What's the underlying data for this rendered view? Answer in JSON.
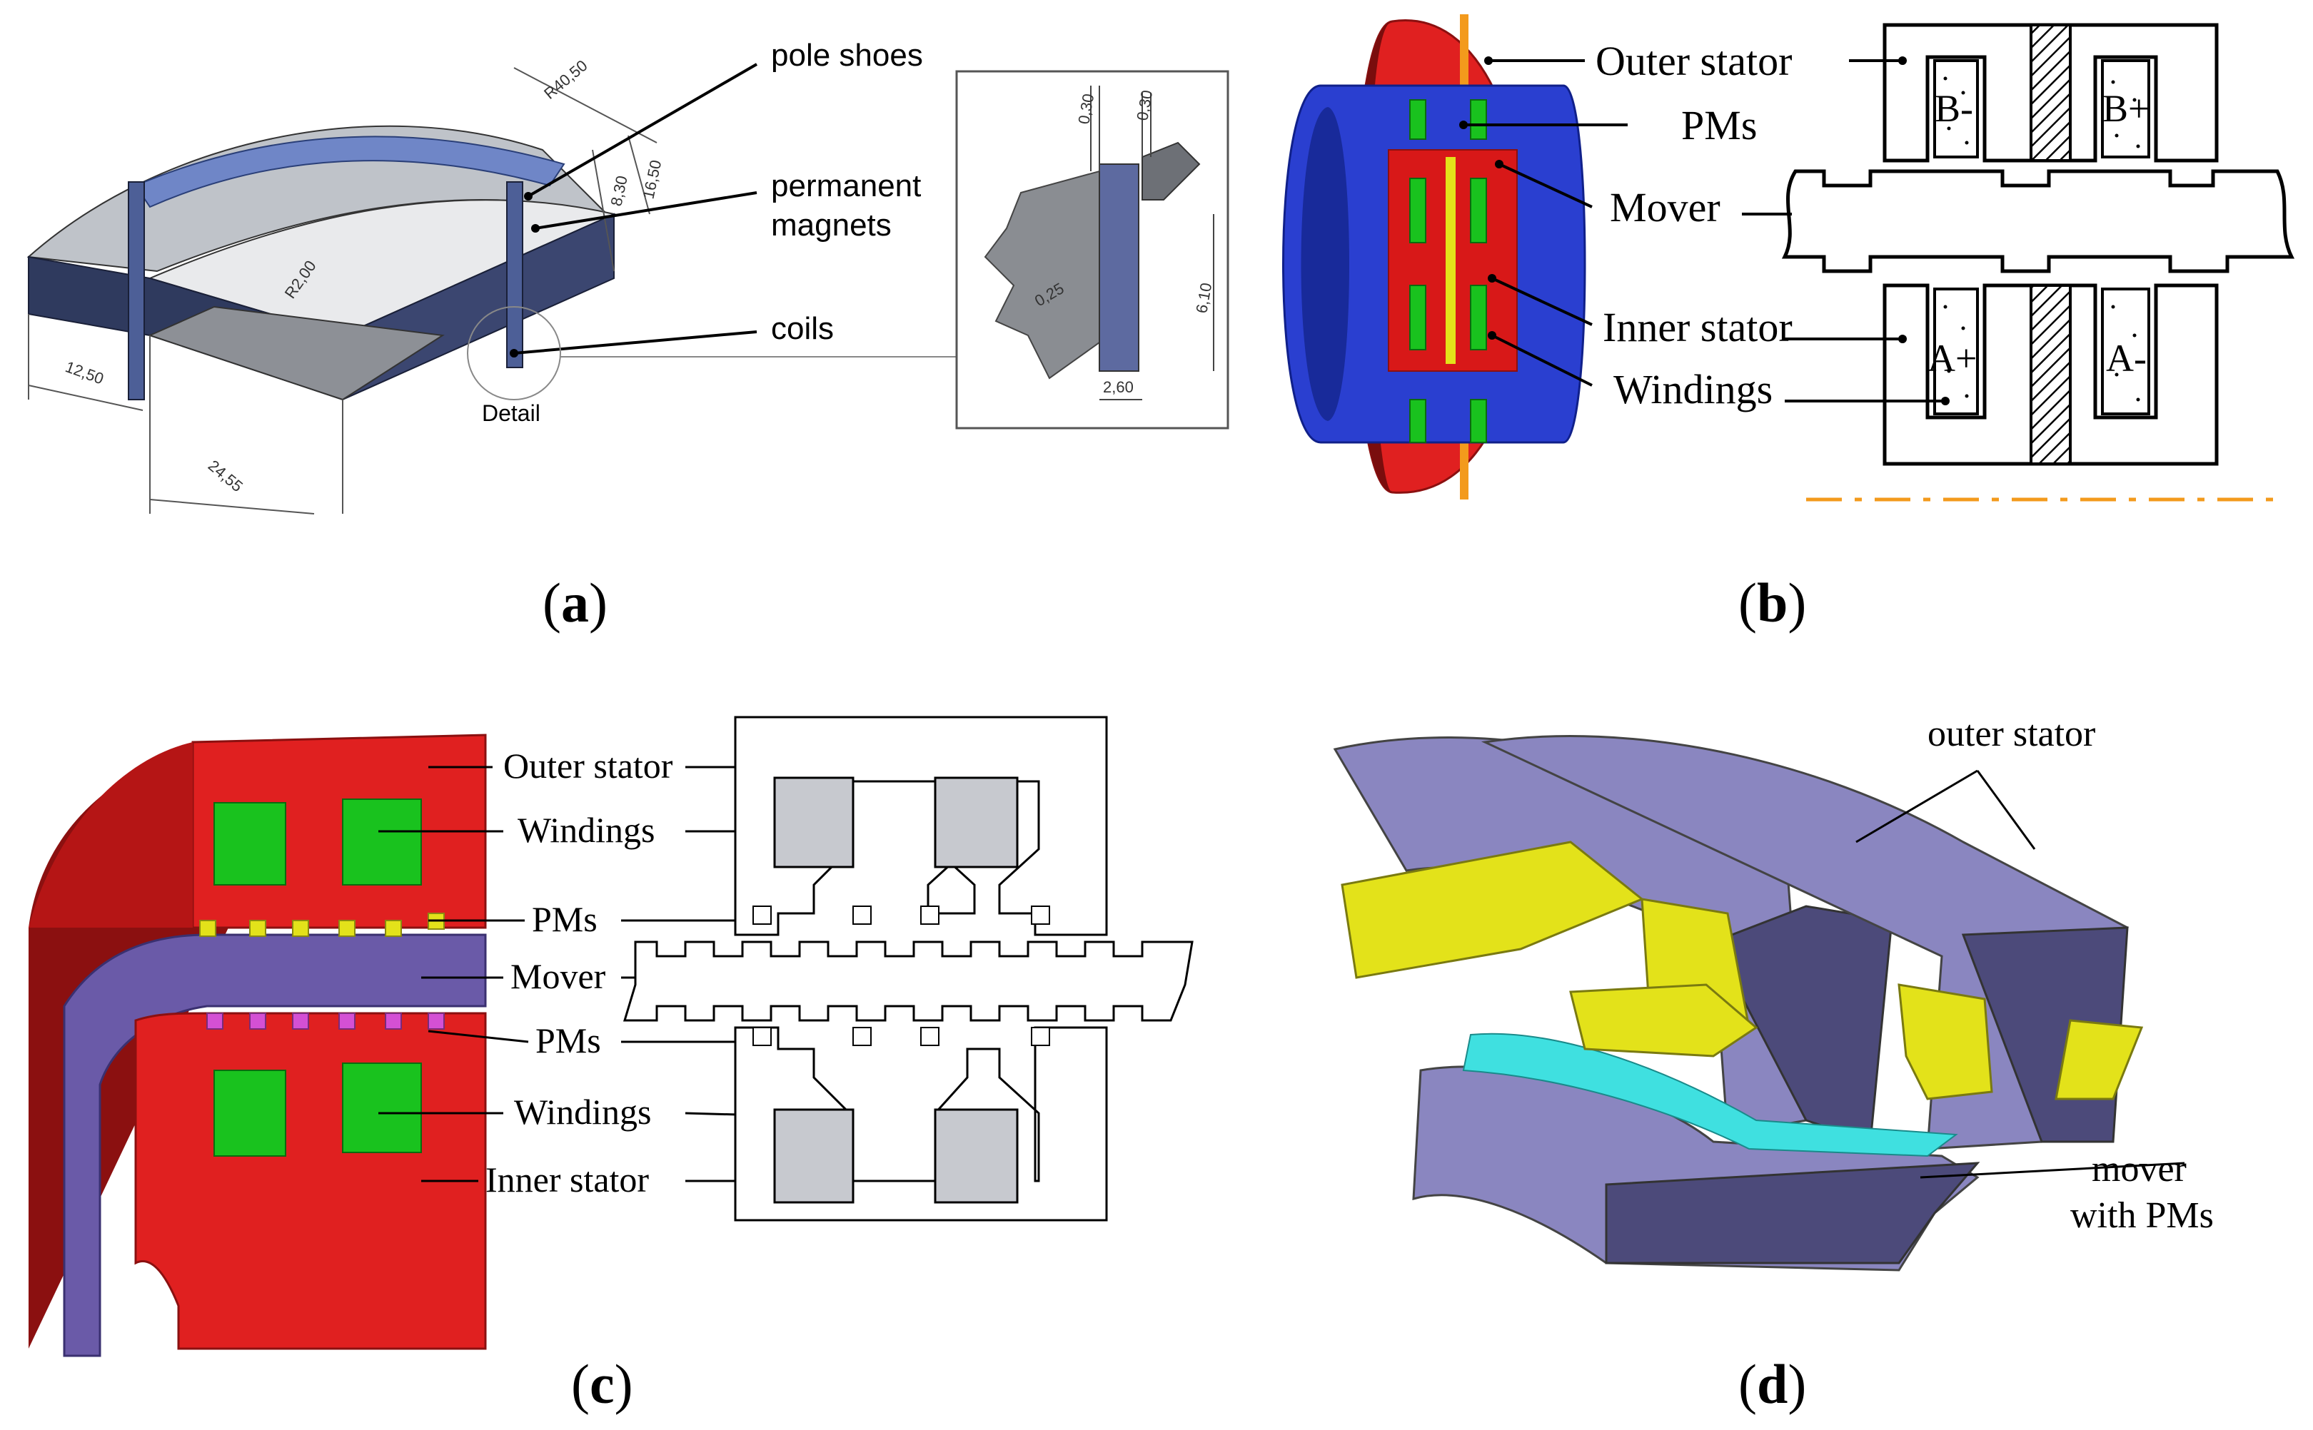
{
  "panel_a": {
    "labels": {
      "pole_shoes": "pole shoes",
      "permanent": "permanent",
      "magnets": "magnets",
      "coils": "coils",
      "detail": "Detail"
    },
    "dims": {
      "r_outer": "R40,50",
      "d_1650": "16,50",
      "d_830": "8,30",
      "r_inner": "R2,00",
      "d_1250": "12,50",
      "d_2455": "24,55"
    },
    "detail_dims": {
      "t1": "0,30",
      "t2": "0,30",
      "w": "0,25",
      "h": "6,10",
      "b": "2,60"
    },
    "caption": "a"
  },
  "panel_b": {
    "labels": {
      "outer_stator": "Outer stator",
      "pms": "PMs",
      "mover": "Mover",
      "inner_stator": "Inner stator",
      "windings": "Windings"
    },
    "phases": {
      "b_minus": "B-",
      "b_plus": "B+",
      "a_plus": "A+",
      "a_minus": "A-"
    },
    "caption": "b"
  },
  "panel_c": {
    "labels": {
      "outer_stator": "Outer stator",
      "windings_top": "Windings",
      "pms_top": "PMs",
      "mover": "Mover",
      "pms_bottom": "PMs",
      "windings_bottom": "Windings",
      "inner_stator": "Inner stator"
    },
    "caption": "c"
  },
  "panel_d": {
    "labels": {
      "outer_stator": "outer stator",
      "mover_1": "mover",
      "mover_2": "with PMs"
    },
    "caption": "d"
  },
  "colors": {
    "navy": "#2f3a5e",
    "slate_blue": "#4a5c8f",
    "red": "#e02020",
    "dark_red": "#8b1010",
    "green": "#19c21e",
    "yellow": "#e3e21a",
    "purple": "#6a5aa8",
    "lilac": "#8a86c0",
    "cyan": "#3fe0e0",
    "blue": "#2a3fd0",
    "orange": "#f39a1c"
  }
}
